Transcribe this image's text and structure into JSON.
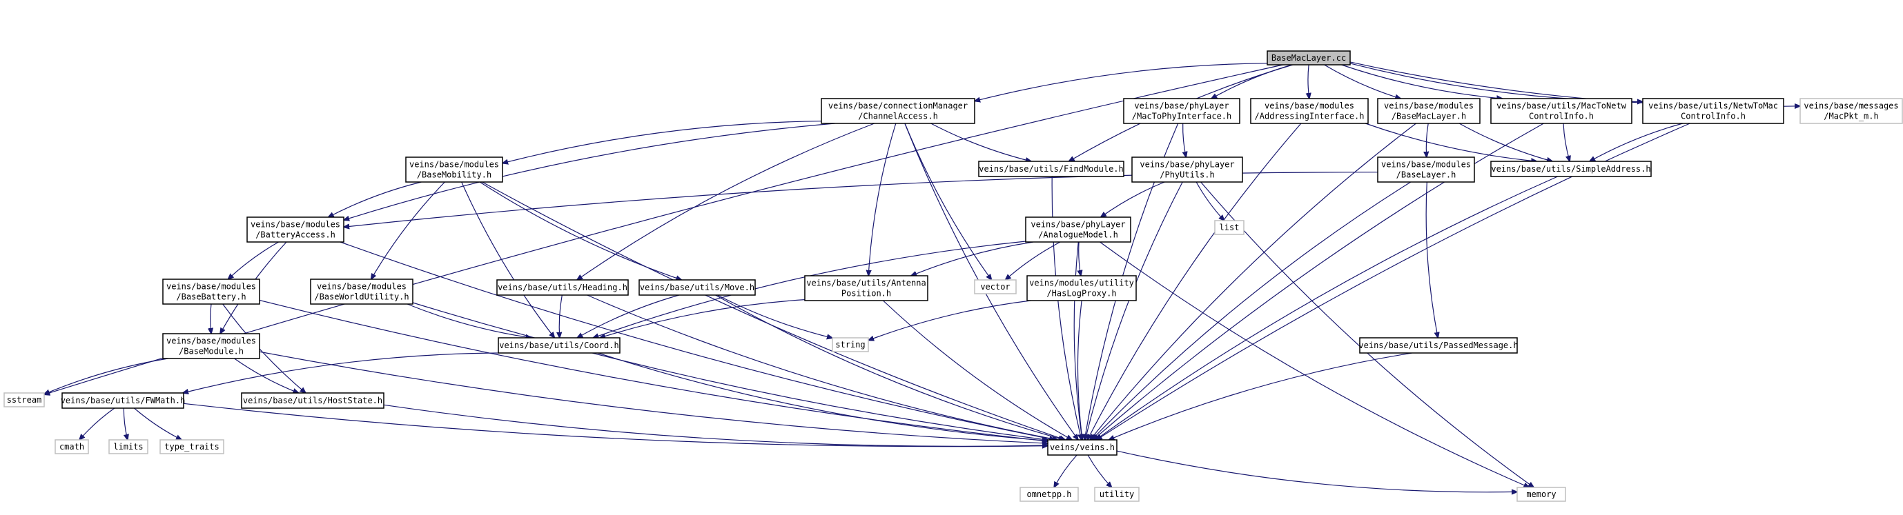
{
  "diagram": {
    "edge_color": "#191970",
    "root_fill": "#bfbfbf",
    "nodes": [
      {
        "id": "root",
        "lines": [
          "BaseMacLayer.cc"
        ],
        "kind": "root"
      },
      {
        "id": "chanacc",
        "lines": [
          "veins/base/connectionManager",
          "/ChannelAccess.h"
        ]
      },
      {
        "id": "findmod",
        "lines": [
          "veins/base/utils/FindModule.h"
        ]
      },
      {
        "id": "mactophy",
        "lines": [
          "veins/base/phyLayer",
          "/MacToPhyInterface.h"
        ]
      },
      {
        "id": "addrif",
        "lines": [
          "veins/base/modules",
          "/AddressingInterface.h"
        ]
      },
      {
        "id": "basemaclayer",
        "lines": [
          "veins/base/modules",
          "/BaseMacLayer.h"
        ]
      },
      {
        "id": "mactonetw",
        "lines": [
          "veins/base/utils/MacToNetw",
          "ControlInfo.h"
        ]
      },
      {
        "id": "netwtomac",
        "lines": [
          "veins/base/utils/NetwToMac",
          "ControlInfo.h"
        ]
      },
      {
        "id": "macpkt",
        "lines": [
          "veins/base/messages",
          "/MacPkt_m.h"
        ],
        "kind": "sys"
      },
      {
        "id": "sstream",
        "lines": [
          "sstream"
        ],
        "kind": "sys"
      },
      {
        "id": "basemobility",
        "lines": [
          "veins/base/modules",
          "/BaseMobility.h"
        ]
      },
      {
        "id": "phyutils",
        "lines": [
          "veins/base/phyLayer",
          "/PhyUtils.h"
        ]
      },
      {
        "id": "baselayer",
        "lines": [
          "veins/base/modules",
          "/BaseLayer.h"
        ]
      },
      {
        "id": "simpleaddr",
        "lines": [
          "veins/base/utils/SimpleAddress.h"
        ]
      },
      {
        "id": "battacc",
        "lines": [
          "veins/base/modules",
          "/BatteryAccess.h"
        ]
      },
      {
        "id": "analogue",
        "lines": [
          "veins/base/phyLayer",
          "/AnalogueModel.h"
        ]
      },
      {
        "id": "list",
        "lines": [
          "list"
        ],
        "kind": "sys"
      },
      {
        "id": "basebattery",
        "lines": [
          "veins/base/modules",
          "/BaseBattery.h"
        ]
      },
      {
        "id": "baseworld",
        "lines": [
          "veins/base/modules",
          "/BaseWorldUtility.h"
        ]
      },
      {
        "id": "heading",
        "lines": [
          "veins/base/utils/Heading.h"
        ]
      },
      {
        "id": "move",
        "lines": [
          "veins/base/utils/Move.h"
        ]
      },
      {
        "id": "antenna",
        "lines": [
          "veins/base/utils/Antenna",
          "Position.h"
        ]
      },
      {
        "id": "vector",
        "lines": [
          "vector"
        ],
        "kind": "sys"
      },
      {
        "id": "haslog",
        "lines": [
          "veins/modules/utility",
          "/HasLogProxy.h"
        ]
      },
      {
        "id": "string",
        "lines": [
          "string"
        ],
        "kind": "sys"
      },
      {
        "id": "basemodule",
        "lines": [
          "veins/base/modules",
          "/BaseModule.h"
        ]
      },
      {
        "id": "coord",
        "lines": [
          "veins/base/utils/Coord.h"
        ]
      },
      {
        "id": "passedmsg",
        "lines": [
          "veins/base/utils/PassedMessage.h"
        ]
      },
      {
        "id": "fwmath",
        "lines": [
          "veins/base/utils/FWMath.h"
        ]
      },
      {
        "id": "hoststate",
        "lines": [
          "veins/base/utils/HostState.h"
        ]
      },
      {
        "id": "cmath",
        "lines": [
          "cmath"
        ],
        "kind": "sys"
      },
      {
        "id": "limits",
        "lines": [
          "limits"
        ],
        "kind": "sys"
      },
      {
        "id": "typetraits",
        "lines": [
          "type_traits"
        ],
        "kind": "sys"
      },
      {
        "id": "veins",
        "lines": [
          "veins/veins.h"
        ]
      },
      {
        "id": "omnetpp",
        "lines": [
          "omnetpp.h"
        ],
        "kind": "sys"
      },
      {
        "id": "utility",
        "lines": [
          "utility"
        ],
        "kind": "sys"
      },
      {
        "id": "memory",
        "lines": [
          "memory"
        ],
        "kind": "sys"
      }
    ],
    "edges": [
      [
        "root",
        "sstream"
      ],
      [
        "root",
        "chanacc"
      ],
      [
        "root",
        "findmod"
      ],
      [
        "root",
        "mactophy"
      ],
      [
        "root",
        "addrif"
      ],
      [
        "root",
        "basemaclayer"
      ],
      [
        "root",
        "mactonetw"
      ],
      [
        "root",
        "netwtomac"
      ],
      [
        "root",
        "macpkt"
      ],
      [
        "chanacc",
        "basemobility"
      ],
      [
        "chanacc",
        "battacc"
      ],
      [
        "chanacc",
        "findmod"
      ],
      [
        "chanacc",
        "heading"
      ],
      [
        "chanacc",
        "antenna"
      ],
      [
        "chanacc",
        "vector"
      ],
      [
        "chanacc",
        "veins"
      ],
      [
        "mactophy",
        "phyutils"
      ],
      [
        "mactophy",
        "veins"
      ],
      [
        "addrif",
        "simpleaddr"
      ],
      [
        "addrif",
        "veins"
      ],
      [
        "basemaclayer",
        "baselayer"
      ],
      [
        "basemaclayer",
        "simpleaddr"
      ],
      [
        "basemaclayer",
        "veins"
      ],
      [
        "mactonetw",
        "simpleaddr"
      ],
      [
        "mactonetw",
        "veins"
      ],
      [
        "netwtomac",
        "simpleaddr"
      ],
      [
        "netwtomac",
        "veins"
      ],
      [
        "basemobility",
        "battacc"
      ],
      [
        "basemobility",
        "baseworld"
      ],
      [
        "basemobility",
        "move"
      ],
      [
        "basemobility",
        "coord"
      ],
      [
        "basemobility",
        "veins"
      ],
      [
        "phyutils",
        "analogue"
      ],
      [
        "phyutils",
        "list"
      ],
      [
        "phyutils",
        "memory"
      ],
      [
        "phyutils",
        "veins"
      ],
      [
        "baselayer",
        "battacc"
      ],
      [
        "baselayer",
        "passedmsg"
      ],
      [
        "baselayer",
        "veins"
      ],
      [
        "simpleaddr",
        "veins"
      ],
      [
        "findmod",
        "veins"
      ],
      [
        "battacc",
        "basebattery"
      ],
      [
        "battacc",
        "basemodule"
      ],
      [
        "battacc",
        "veins"
      ],
      [
        "analogue",
        "antenna"
      ],
      [
        "analogue",
        "vector"
      ],
      [
        "analogue",
        "haslog"
      ],
      [
        "analogue",
        "coord"
      ],
      [
        "analogue",
        "memory"
      ],
      [
        "analogue",
        "veins"
      ],
      [
        "basebattery",
        "basemodule"
      ],
      [
        "basebattery",
        "hoststate"
      ],
      [
        "basebattery",
        "veins"
      ],
      [
        "baseworld",
        "coord"
      ],
      [
        "baseworld",
        "veins"
      ],
      [
        "heading",
        "coord"
      ],
      [
        "heading",
        "veins"
      ],
      [
        "move",
        "coord"
      ],
      [
        "move",
        "string"
      ],
      [
        "move",
        "veins"
      ],
      [
        "antenna",
        "coord"
      ],
      [
        "antenna",
        "veins"
      ],
      [
        "haslog",
        "string"
      ],
      [
        "haslog",
        "veins"
      ],
      [
        "basemodule",
        "sstream"
      ],
      [
        "basemodule",
        "hoststate"
      ],
      [
        "basemodule",
        "veins"
      ],
      [
        "coord",
        "fwmath"
      ],
      [
        "coord",
        "veins"
      ],
      [
        "passedmsg",
        "veins"
      ],
      [
        "fwmath",
        "cmath"
      ],
      [
        "fwmath",
        "limits"
      ],
      [
        "fwmath",
        "typetraits"
      ],
      [
        "fwmath",
        "veins"
      ],
      [
        "hoststate",
        "veins"
      ],
      [
        "veins",
        "omnetpp"
      ],
      [
        "veins",
        "utility"
      ],
      [
        "veins",
        "memory"
      ]
    ]
  }
}
